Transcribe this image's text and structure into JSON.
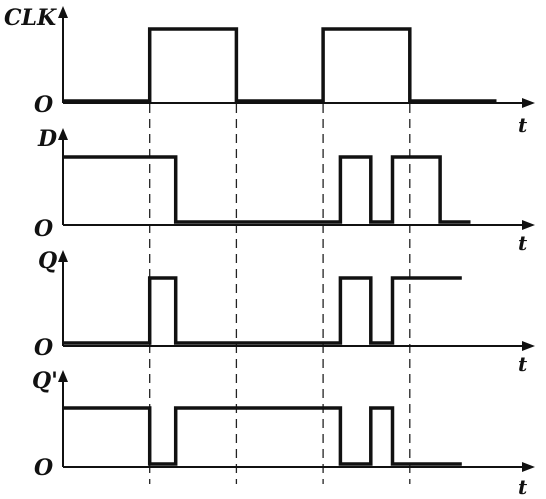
{
  "axis_unit": "t",
  "zero_label": "O",
  "signals": [
    {
      "id": "clk",
      "label": "CLK",
      "levels": [
        [
          0,
          0
        ],
        [
          1,
          1
        ],
        [
          2,
          0
        ],
        [
          3,
          1
        ],
        [
          4,
          0
        ]
      ],
      "end": 5
    },
    {
      "id": "d",
      "label": "D",
      "levels": [
        [
          0,
          1
        ],
        [
          1.3,
          0
        ],
        [
          3.2,
          1
        ],
        [
          3.55,
          0
        ],
        [
          3.8,
          1
        ],
        [
          4.35,
          0
        ]
      ],
      "end": 4.7
    },
    {
      "id": "q",
      "label": "Q",
      "levels": [
        [
          0,
          0
        ],
        [
          1,
          1
        ],
        [
          1.3,
          0
        ],
        [
          3.2,
          1
        ],
        [
          3.55,
          0
        ],
        [
          3.8,
          1
        ]
      ],
      "end": 4.6
    },
    {
      "id": "qn",
      "label": "Q'",
      "levels": [
        [
          0,
          1
        ],
        [
          1,
          0
        ],
        [
          1.3,
          1
        ],
        [
          3.2,
          0
        ],
        [
          3.55,
          1
        ],
        [
          3.8,
          0
        ]
      ],
      "end": 4.6
    }
  ],
  "clock_edges": [
    1,
    2,
    3,
    4
  ]
}
